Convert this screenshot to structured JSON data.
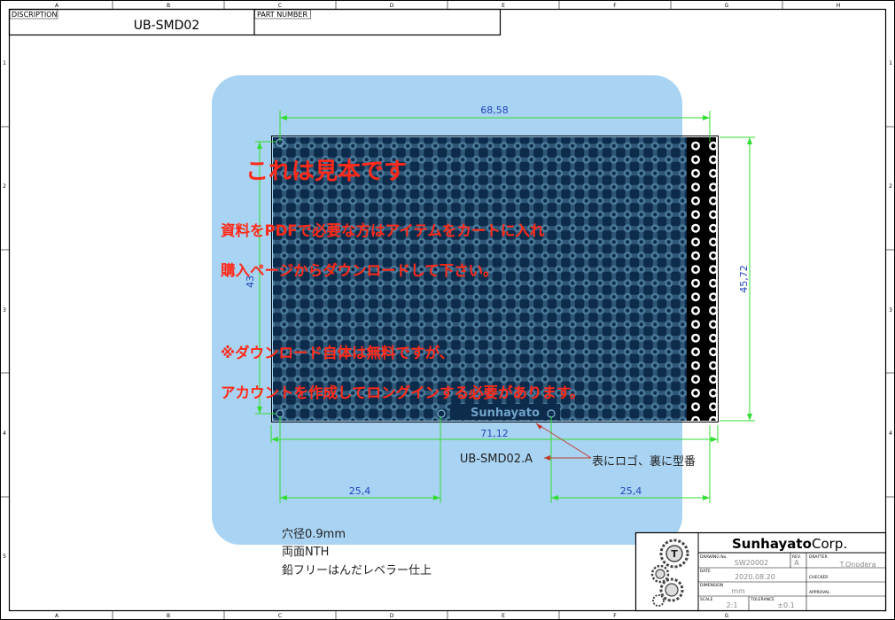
{
  "title_block_top": {
    "description_label": "DISCRIPTION",
    "description_value": "UB-SMD02",
    "part_number_label": "PART NUMBER",
    "part_number_value": ""
  },
  "frame": {
    "columns": [
      "A",
      "B",
      "C",
      "D",
      "E",
      "F",
      "G",
      "H"
    ],
    "rows": [
      "1",
      "2",
      "3",
      "4",
      "5"
    ]
  },
  "dimensions": {
    "top_width": "68,58",
    "bottom_width": "71,12",
    "right_height": "45,72",
    "left_height": "43",
    "left_span": "25,4",
    "right_span": "25,4"
  },
  "board": {
    "logo_text": "Sunhayato",
    "model_label": "UB-SMD02.A",
    "callout": "表にロゴ、裏に型番"
  },
  "overlay": {
    "heading": "これは見本です",
    "line1": "資料をPDFで必要な方はアイテムをカートに入れ",
    "line2": "購入ページからダウンロードして下さい。",
    "line3": "※ダウンロード自体は無料ですが、",
    "line4": "アカウントを作成してロングインする必要があります。"
  },
  "notes": {
    "line1": "穴径0.9mm",
    "line2": "両面NTH",
    "line3": "鉛フリーはんだレベラー仕上"
  },
  "title_block": {
    "company": "Sunhayato",
    "company_suffix": "Corp.",
    "drawing_no_label": "DRAWING No.",
    "drawing_no_value": "SW20002",
    "rev_label": "REV.",
    "rev_value": "A",
    "drafter_label": "DRAFTER",
    "drafter_value": "T.Onodera",
    "date_label": "DATE",
    "date_value": "2020.08.20",
    "checker_label": "CHECKER",
    "dimension_label": "DIMENSION",
    "dimension_value": "mm",
    "approval_label": "APPROVAL",
    "scale_label": "SCALE",
    "scale_value": "2:1",
    "tolerance_label": "TOLERANCE",
    "tolerance_value": "±0.1"
  },
  "colors": {
    "board": "#0d2b4a",
    "overlay_bg": "#a9d3f2",
    "dimension_line": "#33dd33",
    "dimension_text": "#2244bb",
    "overlay_text": "#ff2a1a"
  }
}
